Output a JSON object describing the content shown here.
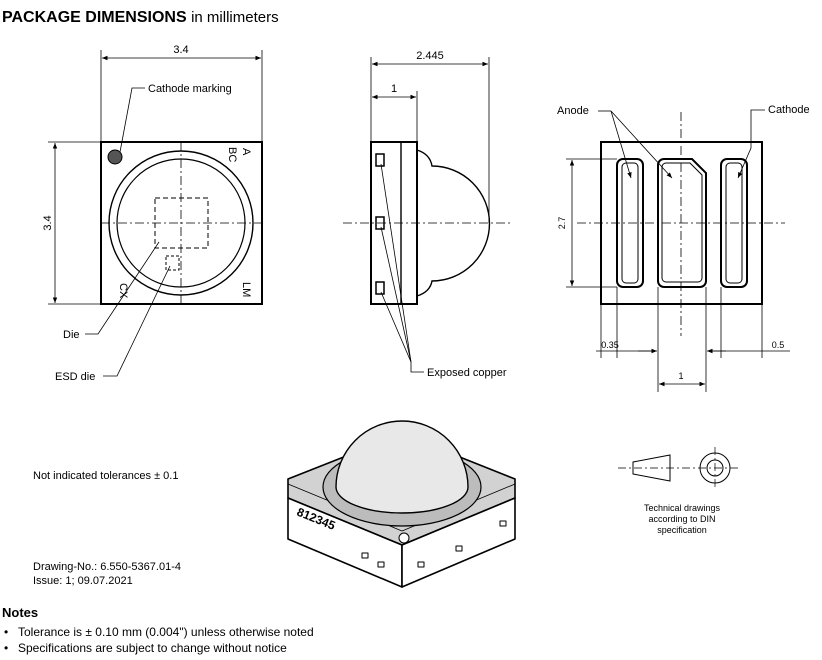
{
  "title": {
    "bold": "PACKAGE DIMENSIONS",
    "normal": "in millimeters"
  },
  "top_view": {
    "width_dim": "3.4",
    "height_dim": "3.4",
    "cathode_marking": "Cathode marking",
    "die": "Die",
    "esd_die": "ESD die",
    "code_bc": "BC",
    "code_a": "A",
    "code_cx": "CX",
    "code_lm": "LM"
  },
  "side_view": {
    "total_dim": "2.445",
    "body_dim": "1",
    "exposed_copper": "Exposed copper"
  },
  "bottom_view": {
    "anode": "Anode",
    "cathode": "Cathode",
    "height_dim": "2.7",
    "left_dim": "0.35",
    "right_dim": "0.5",
    "pitch_dim": "1"
  },
  "iso_view": {
    "marking": "812345"
  },
  "tolerance_text": "Not indicated tolerances ± 0.1",
  "din_text": [
    "Technical drawings",
    "according to DIN",
    "specification"
  ],
  "drawing_no": "Drawing-No.:  6.550-5367.01-4",
  "issue": "Issue: 1;  09.07.2021",
  "notes_heading": "Notes",
  "notes": [
    "Tolerance is ± 0.10 mm (0.004\") unless otherwise noted",
    "Specifications are subject to change without notice"
  ]
}
